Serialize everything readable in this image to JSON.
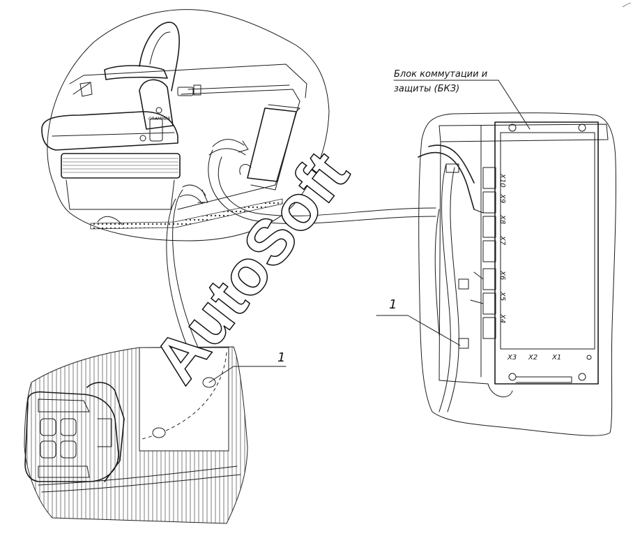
{
  "labels": {
    "bkz_line1": "Блок коммутации и",
    "bkz_line2": "защиты (БКЗ)",
    "callout_top": "1",
    "callout_bottom": "1",
    "seat_brand": "GRAMMER"
  },
  "connectors": {
    "vertical": [
      "X10",
      "X9",
      "X8",
      "X7",
      "X6",
      "X5",
      "X4"
    ],
    "horizontal": [
      "X3",
      "X2",
      "X1"
    ]
  },
  "watermark": "AutoSoft"
}
